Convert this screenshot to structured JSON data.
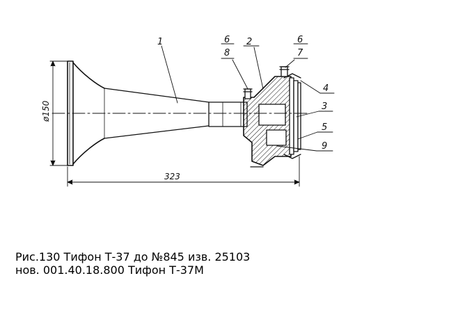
{
  "drawing": {
    "dimensions": {
      "diameter": "ø150",
      "length": "323"
    },
    "callouts": {
      "c1": "1",
      "c2": "2",
      "c3": "3",
      "c4": "4",
      "c5": "5",
      "c6a": "6",
      "c8": "8",
      "c6b": "6",
      "c7": "7",
      "c9": "9"
    }
  },
  "caption": {
    "line1": "Рис.130 Тифон Т-37 до №845 изв. 25103",
    "line2": "нов. 001.40.18.800 Тифон Т-37М"
  }
}
